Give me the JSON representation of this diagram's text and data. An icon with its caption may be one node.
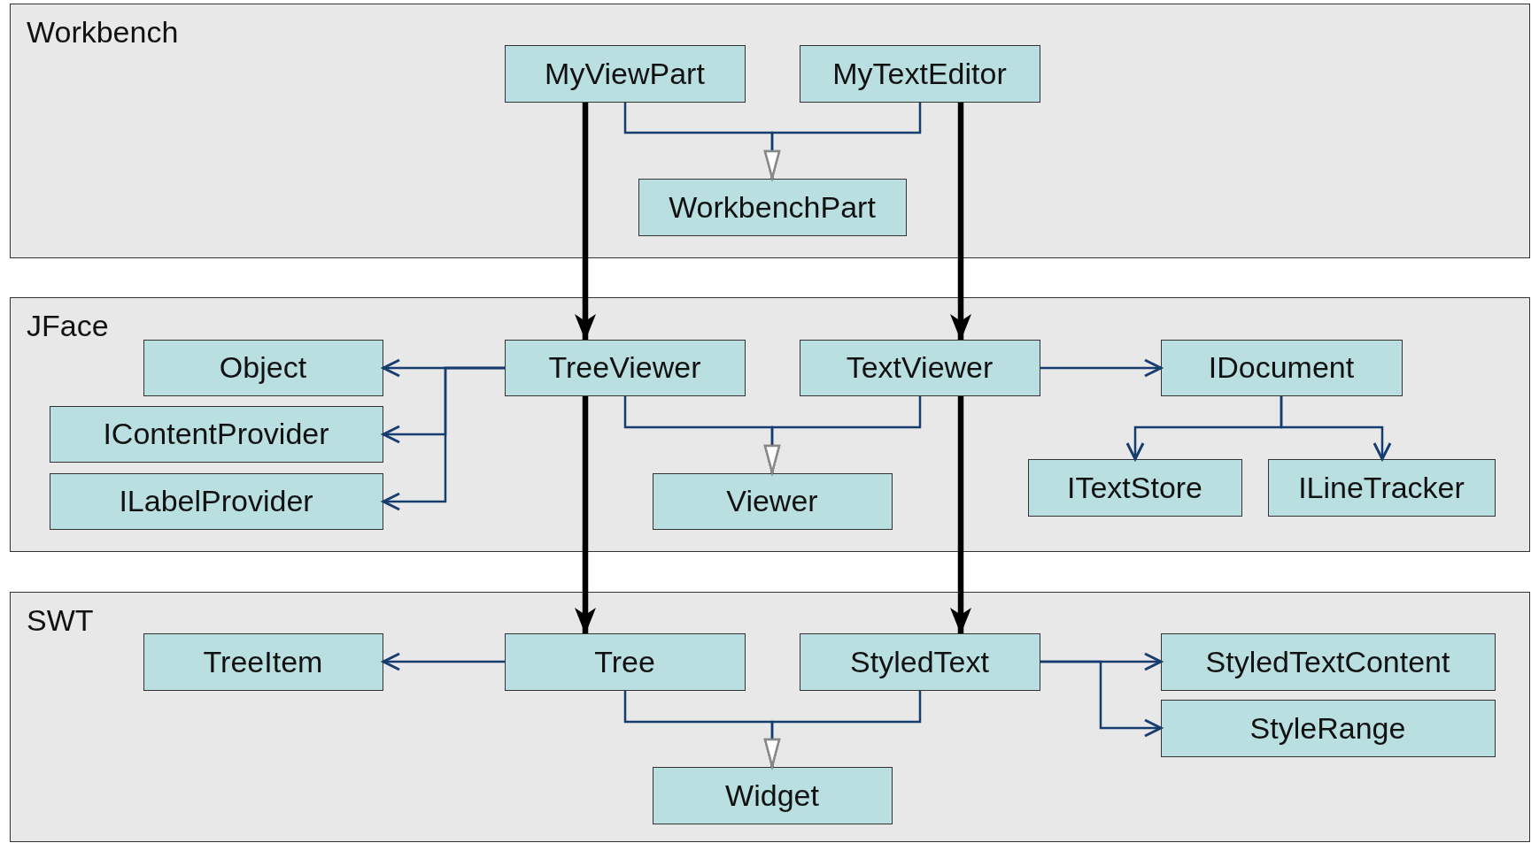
{
  "diagram": {
    "nodes": [
      {
        "text": [
          "Workbench"
        ]
      },
      {
        "text": [
          "MyViewPart"
        ],
        "in": 0
      },
      {
        "text": [
          "MyTextEditor"
        ],
        "in": 0
      },
      {
        "text": [
          "WorkbenchPart"
        ],
        "in": 0
      },
      {
        "text": [
          "JFace"
        ]
      },
      {
        "text": [
          "Object"
        ],
        "in": 4
      },
      {
        "text": [
          "TreeViewer"
        ],
        "in": 4
      },
      {
        "text": [
          "TextViewer"
        ],
        "in": 4
      },
      {
        "text": [
          "IDocument"
        ],
        "in": 4
      },
      {
        "text": [
          "IContentProvider"
        ],
        "in": 4
      },
      {
        "text": [
          "ILabelProvider"
        ],
        "in": 4
      },
      {
        "text": [
          "Viewer"
        ],
        "in": 4
      },
      {
        "text": [
          "ITextStore"
        ],
        "in": 4
      },
      {
        "text": [
          "ILineTracker"
        ],
        "in": 4
      },
      {
        "text": [
          "SWT"
        ]
      },
      {
        "text": [
          "TreeItem"
        ],
        "in": 14
      },
      {
        "text": [
          "Tree"
        ],
        "in": 14
      },
      {
        "text": [
          "StyledText"
        ],
        "in": 14
      },
      {
        "text": [
          "StyledTextContent"
        ],
        "in": 14
      },
      {
        "text": [
          "StyleRange"
        ],
        "in": 14
      },
      {
        "text": [
          "Widget"
        ],
        "in": 14
      }
    ],
    "edges": [
      {
        "from": 1,
        "to": 6,
        "arrow": "to",
        "style": "thick",
        "color": "#000000"
      },
      {
        "from": 2,
        "to": 7,
        "arrow": "to",
        "style": "thick",
        "color": "#000000"
      },
      {
        "from": 1,
        "to": 3,
        "arrow": "to"
      },
      {
        "from": 2,
        "to": 3,
        "arrow": "to"
      },
      {
        "from": 6,
        "to": 5,
        "arrow": "to"
      },
      {
        "from": 6,
        "to": 9,
        "arrow": "to"
      },
      {
        "from": 6,
        "to": 10,
        "arrow": "to"
      },
      {
        "from": 6,
        "to": 11,
        "arrow": "to"
      },
      {
        "from": 7,
        "to": 11,
        "arrow": "to"
      },
      {
        "from": 7,
        "to": 8,
        "arrow": "to"
      },
      {
        "from": 8,
        "to": 12,
        "arrow": "to"
      },
      {
        "from": 8,
        "to": 13,
        "arrow": "to"
      },
      {
        "from": 6,
        "to": 16,
        "arrow": "to",
        "style": "thick",
        "color": "#000000"
      },
      {
        "from": 7,
        "to": 17,
        "arrow": "to",
        "style": "thick",
        "color": "#000000"
      },
      {
        "from": 16,
        "to": 15,
        "arrow": "to"
      },
      {
        "from": 17,
        "to": 18,
        "arrow": "to"
      },
      {
        "from": 17,
        "to": 19,
        "arrow": "to"
      },
      {
        "from": 16,
        "to": 20,
        "arrow": "to"
      },
      {
        "from": 17,
        "to": 20,
        "arrow": "to"
      }
    ]
  }
}
